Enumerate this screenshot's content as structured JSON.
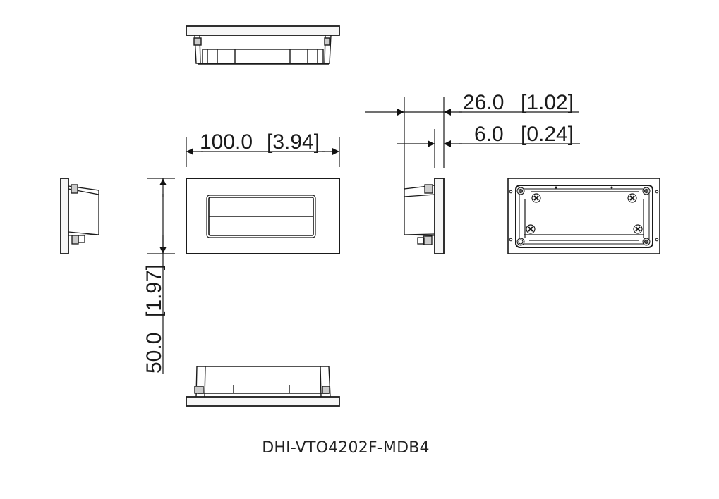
{
  "diagram": {
    "title": "DHI-VTO4202F-MDB4",
    "views": [
      {
        "name": "top-view"
      },
      {
        "name": "front-view"
      },
      {
        "name": "left-side-view"
      },
      {
        "name": "right-side-view"
      },
      {
        "name": "rear-view"
      },
      {
        "name": "bottom-view"
      }
    ],
    "dimensions": {
      "width": {
        "mm": "100.0",
        "inch": "[3.94]"
      },
      "height": {
        "mm": "50.0",
        "inch": "[1.97]"
      },
      "depth_total": {
        "mm": "26.0",
        "inch": "[1.02]"
      },
      "depth_panel": {
        "mm": "6.0",
        "inch": "[0.24]"
      }
    },
    "colors": {
      "line": "#1a1a1a",
      "fill": "#ffffff",
      "panel_fill": "#f2f2f2"
    }
  }
}
